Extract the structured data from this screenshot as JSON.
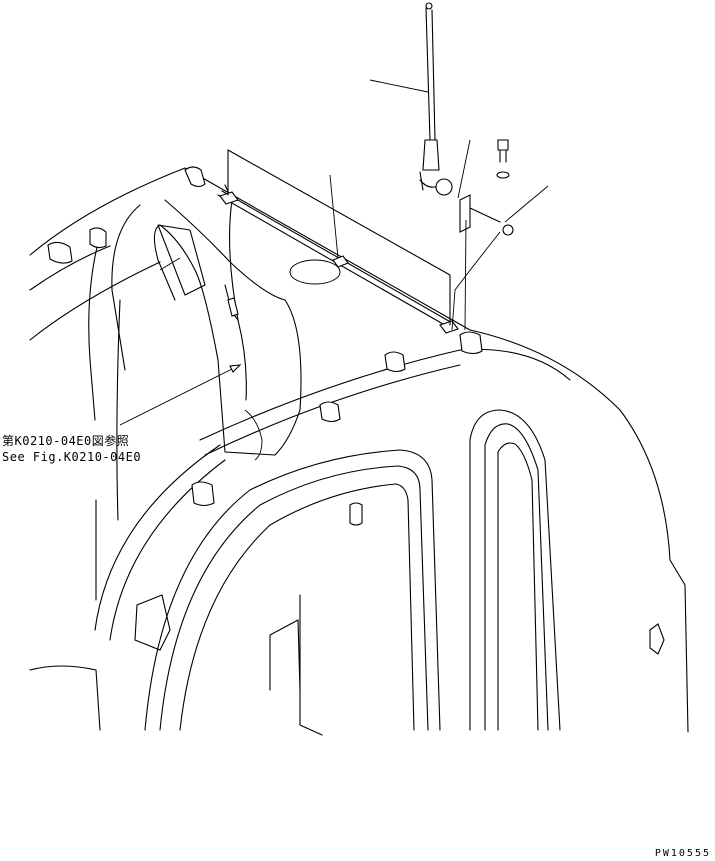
{
  "diagram": {
    "reference_jp": "第K0210-04E0図参照",
    "reference_en": "See Fig.K0210-04E0",
    "picture_id": "PW10555"
  },
  "colors": {
    "line": "#000000",
    "background": "#ffffff"
  }
}
